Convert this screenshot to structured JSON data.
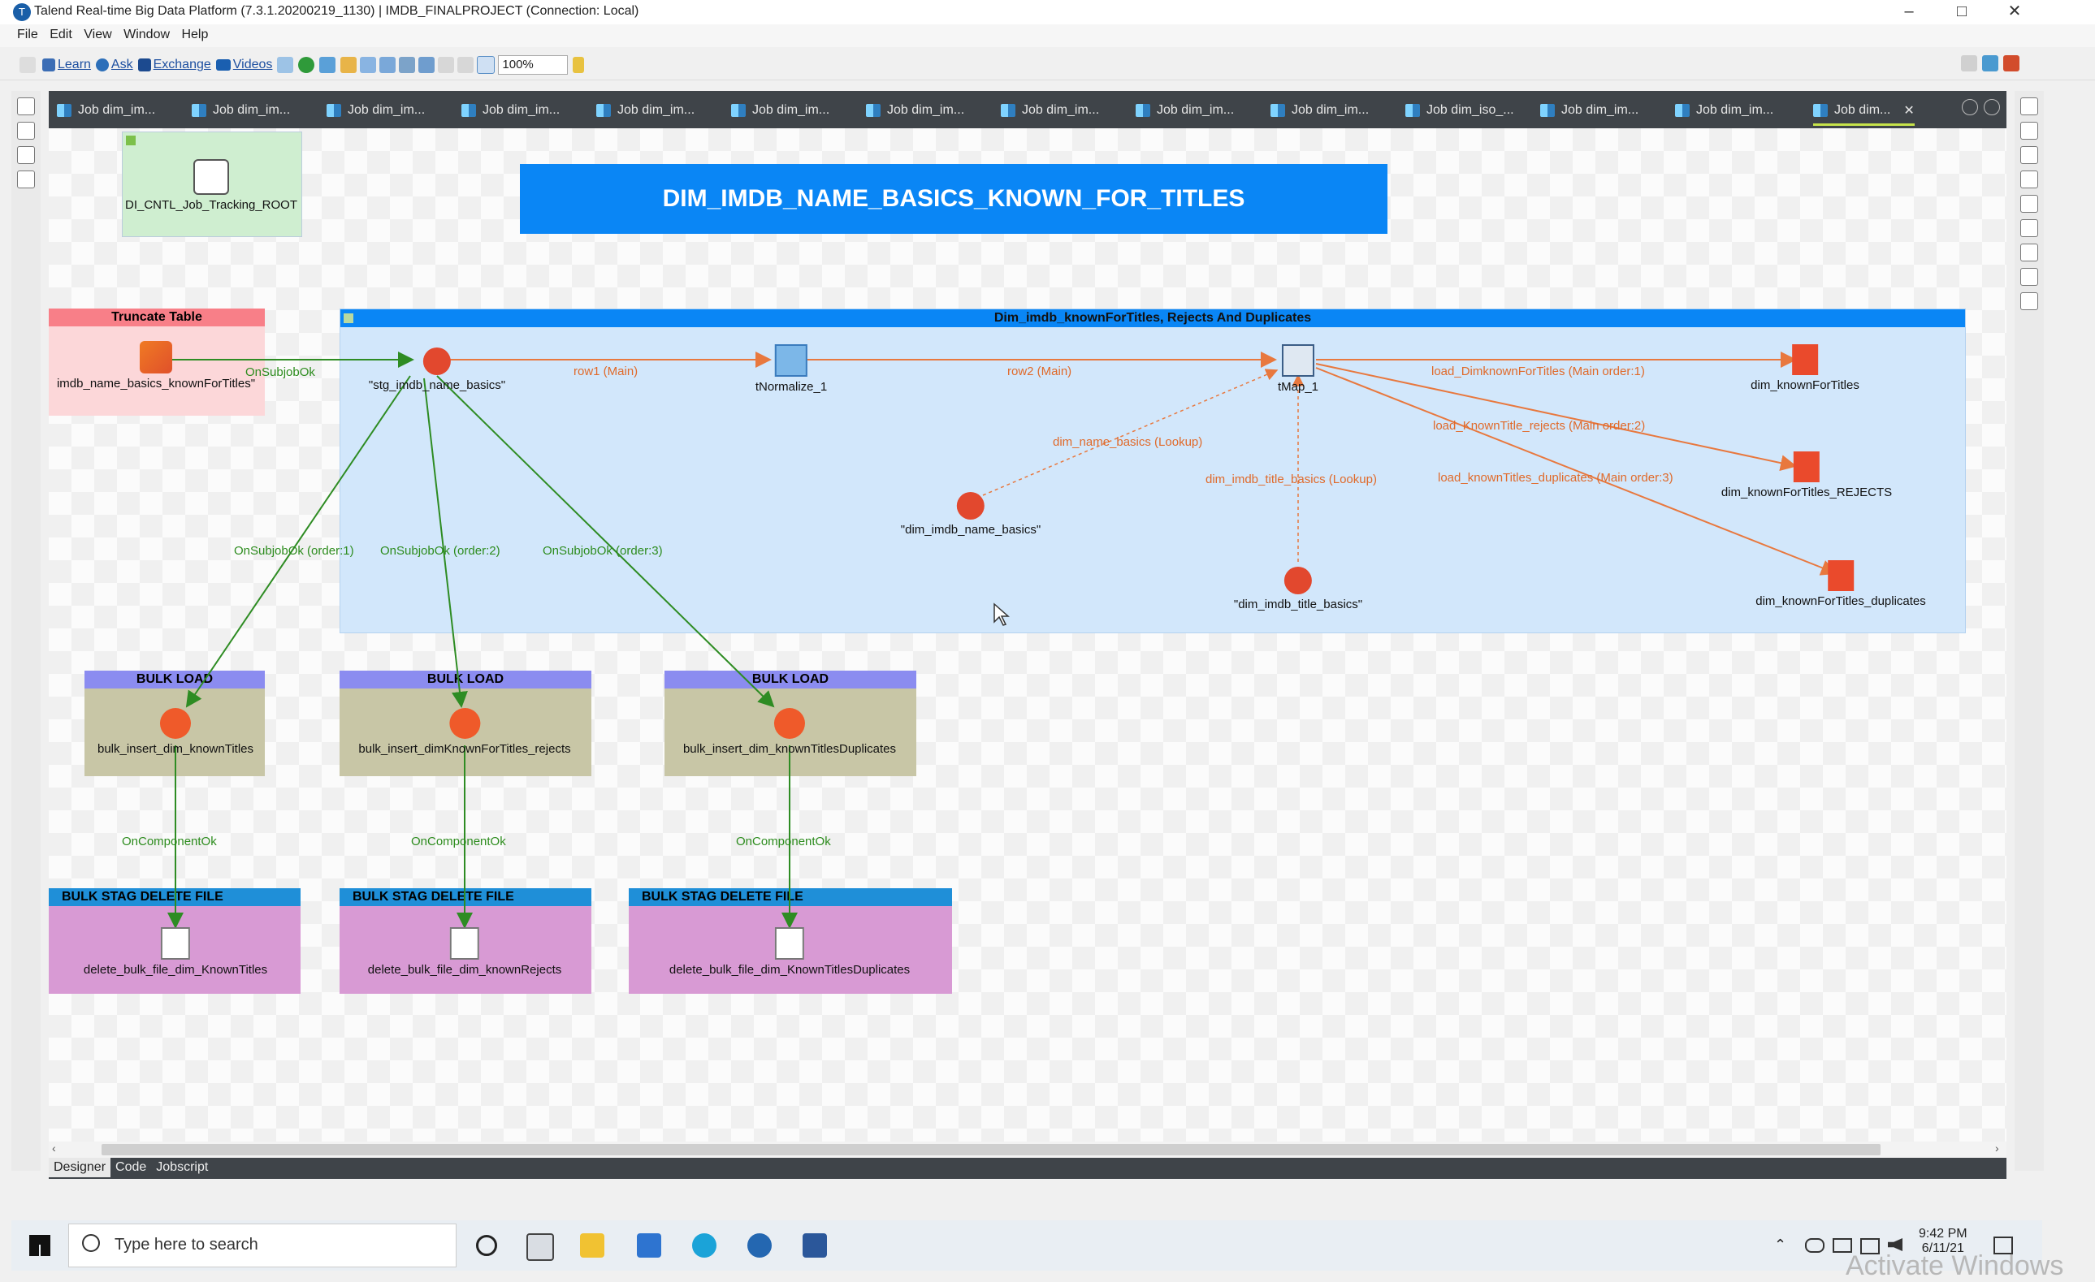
{
  "window": {
    "title": "Talend Real-time Big Data Platform (7.3.1.20200219_1130) | IMDB_FINALPROJECT (Connection: Local)",
    "minimize": "–",
    "restore": "□",
    "close": "✕"
  },
  "menu": [
    "File",
    "Edit",
    "View",
    "Window",
    "Help"
  ],
  "toolbar": {
    "learn": "Learn",
    "ask": "Ask",
    "exchange": "Exchange",
    "videos": "Videos",
    "zoom": "100%"
  },
  "tabs": [
    "Job dim_im...",
    "Job dim_im...",
    "Job dim_im...",
    "Job dim_im...",
    "Job dim_im...",
    "Job dim_im...",
    "Job dim_im...",
    "Job dim_im...",
    "Job dim_im...",
    "Job dim_im...",
    "Job dim_iso_...",
    "Job dim_im...",
    "Job dim_im...",
    "Job dim..."
  ],
  "active_tab_close": "✕",
  "banner": "DIM_IMDB_NAME_BASICS_KNOWN_FOR_TITLES",
  "tracking": {
    "label": "DI_CNTL_Job_Tracking_ROOT"
  },
  "subjobs": {
    "truncate": "Truncate Table",
    "main": "Dim_imdb_knownForTitles,  Rejects And Duplicates",
    "bulk1": "BULK LOAD",
    "bulk2": "BULK LOAD",
    "bulk3": "BULK LOAD",
    "del1": "BULK STAG DELETE FILE",
    "del2": "BULK STAG DELETE FILE",
    "del3": "BULK STAG DELETE FILE"
  },
  "components": {
    "truncate": "imdb_name_basics_knownForTitles\"",
    "stg": "\"stg_imdb_name_basics\"",
    "normalize": "tNormalize_1",
    "tmap": "tMap_1",
    "out_main": "dim_knownForTitles",
    "out_rejects": "dim_knownForTitles_REJECTS",
    "out_dupes": "dim_knownForTitles_duplicates",
    "lkp_name": "\"dim_imdb_name_basics\"",
    "lkp_title": "\"dim_imdb_title_basics\"",
    "bulk1": "bulk_insert_dim_knownTitles",
    "bulk2": "bulk_insert_dimKnownForTitles_rejects",
    "bulk3": "bulk_insert_dim_knownTitlesDuplicates",
    "del1": "delete_bulk_file_dim_KnownTitles",
    "del2": "delete_bulk_file_dim_knownRejects",
    "del3": "delete_bulk_file_dim_KnownTitlesDuplicates"
  },
  "links": {
    "onsubjob": "OnSubjobOk",
    "row1": "row1 (Main)",
    "row2": "row2 (Main)",
    "lkp_name": "dim_name_basics (Lookup)",
    "lkp_title": "dim_imdb_title_basics (Lookup)",
    "out1": "load_DimknownForTitles (Main order:1)",
    "out2": "load_KnownTitle_rejects (Main order:2)",
    "out3": "load_knownTitles_duplicates (Main order:3)",
    "o1": "OnSubjobOk (order:1)",
    "o2": "OnSubjobOk (order:2)",
    "o3": "OnSubjobOk (order:3)",
    "c1": "OnComponentOk",
    "c2": "OnComponentOk",
    "c3": "OnComponentOk"
  },
  "bottom_tabs": [
    "Designer",
    "Code",
    "Jobscript"
  ],
  "taskbar": {
    "search_placeholder": "Type here to search",
    "time": "9:42 PM",
    "date": "6/11/21",
    "watermark": "Activate Windows"
  },
  "colors": {
    "banner": "#0a86f5",
    "main_subjob": "#d2e7fb",
    "truncate_head": "#f87f88",
    "bulk_head": "#8b8cf0",
    "bulk_body": "#c8c6a6",
    "delete_head": "#1f8fd8",
    "delete_body": "#d89ad4",
    "flow": "#e8783e",
    "trigger": "#2e8c23"
  }
}
